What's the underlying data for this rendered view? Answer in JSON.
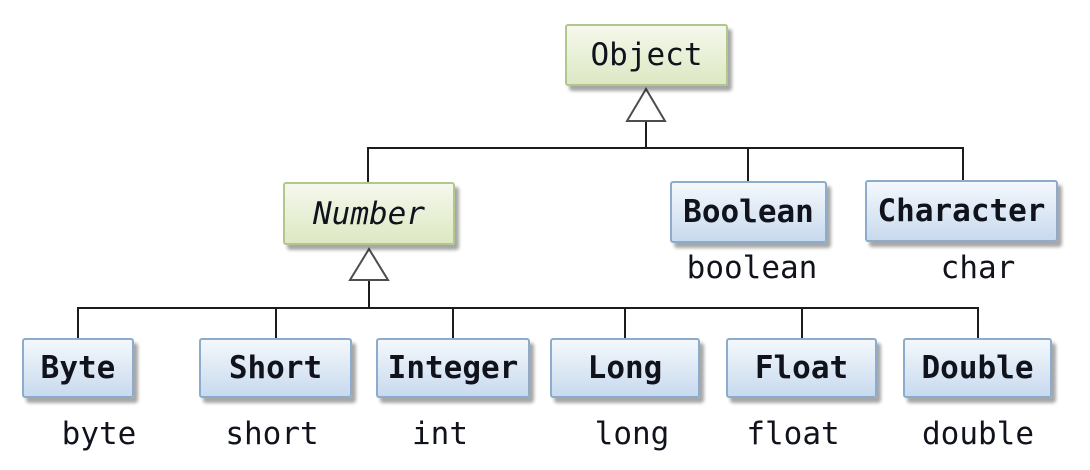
{
  "colors": {
    "text": "#10131c",
    "line": "#1c1c1c",
    "triangle-border": "#4d4d4d",
    "abstract-fill-top": "#f5f8ec",
    "abstract-fill-bottom": "#dde8c3",
    "abstract-border": "#b1c78c",
    "class-fill-top": "#f4f8fc",
    "class-fill-bottom": "#c8daee",
    "class-border": "#8dabcd"
  },
  "hierarchy": {
    "object": {
      "label": "Object"
    },
    "number": {
      "label": "Number"
    },
    "boolean": {
      "label": "Boolean",
      "primitive": "boolean"
    },
    "character": {
      "label": "Character",
      "primitive": "char"
    },
    "byte": {
      "label": "Byte",
      "primitive": "byte"
    },
    "short": {
      "label": "Short",
      "primitive": "short"
    },
    "integer": {
      "label": "Integer",
      "primitive": "int"
    },
    "long": {
      "label": "Long",
      "primitive": "long"
    },
    "float": {
      "label": "Float",
      "primitive": "float"
    },
    "double": {
      "label": "Double",
      "primitive": "double"
    }
  }
}
